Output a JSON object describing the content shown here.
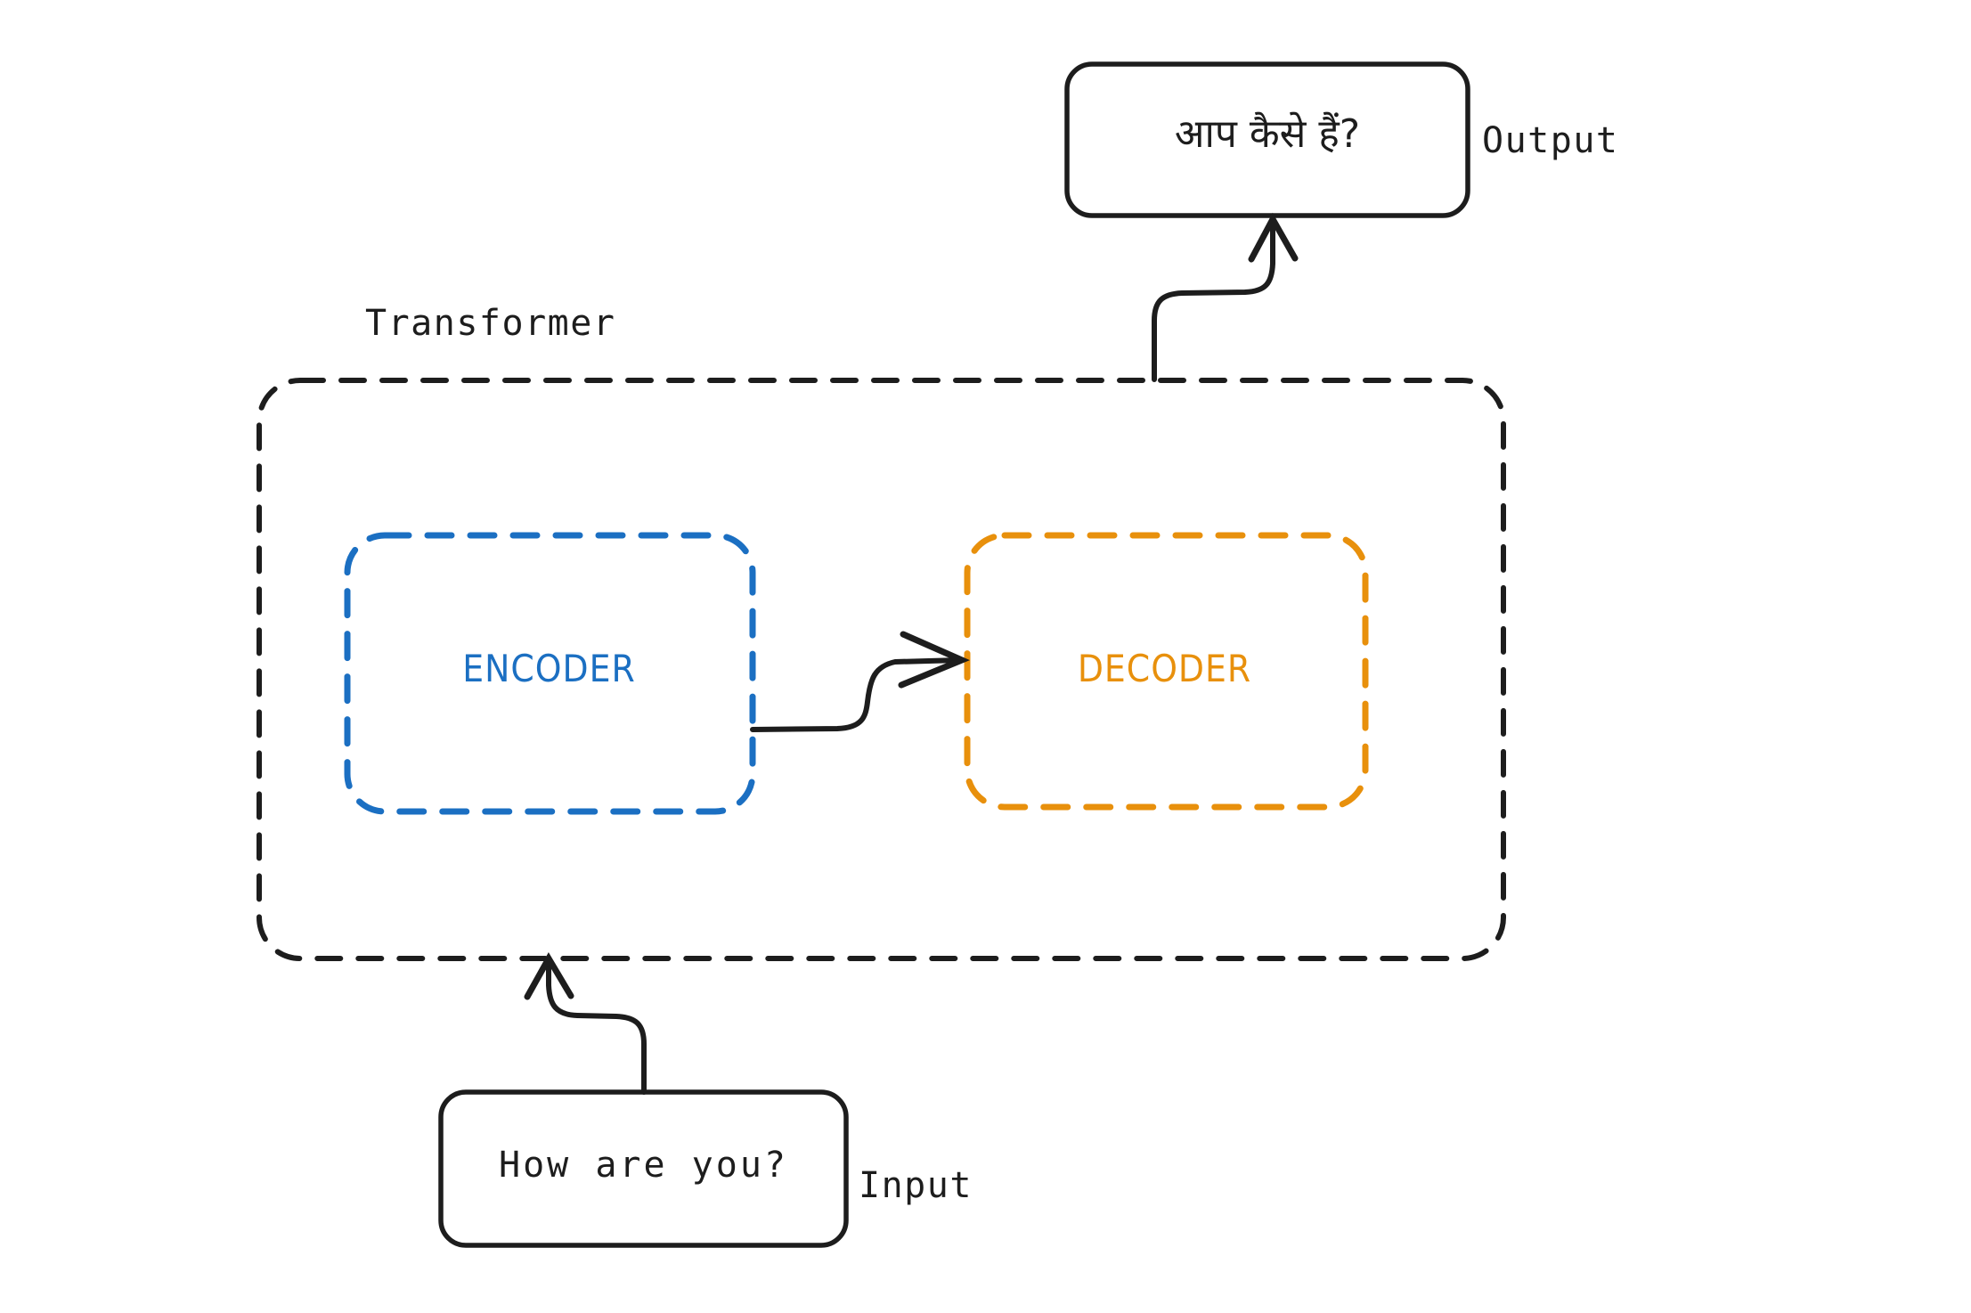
{
  "diagram": {
    "title_label": "Transformer",
    "background_color": "#ffffff",
    "stroke_color": "#1d1d1d",
    "encoder_color": "#1b6fc2",
    "decoder_color": "#e8900c",
    "input": {
      "box_text": "How are you?",
      "side_label": "Input"
    },
    "output": {
      "box_text": "आप कैसे हैं?",
      "side_label": "Output"
    },
    "modules": [
      {
        "name": "encoder",
        "label": "ENCODER",
        "color": "#1b6fc2"
      },
      {
        "name": "decoder",
        "label": "DECODER",
        "color": "#e8900c"
      }
    ],
    "edges": [
      {
        "name": "input-to-transformer",
        "from": "input",
        "to": "transformer"
      },
      {
        "name": "encoder-to-decoder",
        "from": "encoder",
        "to": "decoder"
      },
      {
        "name": "transformer-to-output",
        "from": "transformer",
        "to": "output"
      }
    ]
  }
}
